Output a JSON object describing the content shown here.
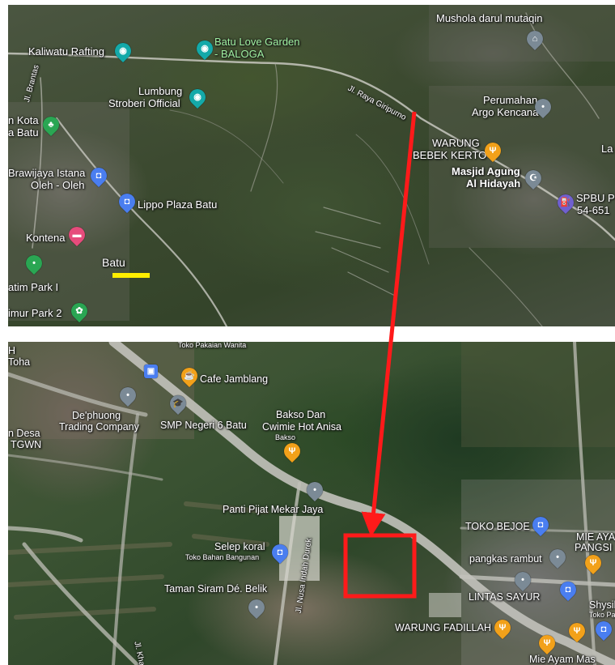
{
  "colors": {
    "arrow": "#ff1a1a",
    "scale_bar": "#ffee00",
    "pin_teal": "#14a9a9",
    "pin_blue": "#4a7ef0",
    "pin_orange": "#f2a11a",
    "pin_gray": "#7b8a96",
    "pin_green": "#2aa653",
    "pin_pink": "#e64c7c",
    "pin_purple": "#7060cf"
  },
  "top_map": {
    "labels": {
      "kaliwatu": "Kaliwatu Rafting",
      "love_garden_1": "Batu Love Garden",
      "love_garden_2": "- BALOGA",
      "mushola": "Mushola darul mutaqin",
      "lumbung_1": "Lumbung",
      "lumbung_2": "Stroberi Official",
      "road_girpurno": "Jl. Raya Giripurno",
      "road_brantas": "Jl. Brantas",
      "perumahan_1": "Perumahan",
      "perumahan_2": "Argo Kencana",
      "kota_1": "n Kota",
      "kota_2": "a Batu",
      "warung_1": "WARUNG",
      "warung_2": "BEBEK KERTO",
      "la": "La",
      "masjid_1": "Masjid Agung",
      "masjid_2": "Al Hidayah",
      "brawijaya_1": "Brawijaya Istana",
      "brawijaya_2": "Oleh - Oleh",
      "lippo": "Lippo Plaza Batu",
      "spbu_1": "SPBU P",
      "spbu_2": "54-651",
      "kontena": "Kontena",
      "batu": "Batu",
      "jatim_1": "atim Park I",
      "jatim_2": "imur Park 2"
    }
  },
  "bottom_map": {
    "labels": {
      "toko_pakaian": "Toko Pakaian Wanita",
      "h": "H",
      "toha": "Toha",
      "cafe": "Cafe Jamblang",
      "dephuong_1": "De'phuong",
      "dephuong_2": "Trading Company",
      "smp": "SMP Negeri 6 Batu",
      "bakso_1": "Bakso Dan",
      "bakso_2": "Cwimie Hot Anisa",
      "bakso_sub": "Bakso",
      "desa_1": "n Desa",
      "desa_2": "TGWN",
      "panti": "Panti Pijat Mekar Jaya",
      "toko_bejoe": "TOKO BEJOE",
      "mie_1": "MIE AYA",
      "mie_2": "PANGSI",
      "selep_1": "Selep koral",
      "selep_2": "Toko Bahan Bangunan",
      "nusa_indah": "Jl. Nusa Indah Durek",
      "pangkas": "pangkas rambut",
      "taman": "Taman Siram Dé. Belik",
      "lintas": "LINTAS SAYUR",
      "shysil_1": "Shysil",
      "shysil_2": "Toko Pa",
      "kharisma": "Jl. Kharisma",
      "fadillah": "WARUNG FADILLAH",
      "mie_ayam": "Mie Ayam Mas"
    }
  },
  "icons": {
    "camera": "camera-icon",
    "tree": "park-icon",
    "bag": "shopping-bag-icon",
    "bed": "hotel-icon",
    "mosque": "mosque-icon",
    "food": "restaurant-icon",
    "fuel": "gas-station-icon",
    "pin": "location-pin-icon",
    "cap": "school-icon",
    "cup": "cafe-icon",
    "bus": "bus-stop-icon",
    "paw": "zoo-icon"
  }
}
